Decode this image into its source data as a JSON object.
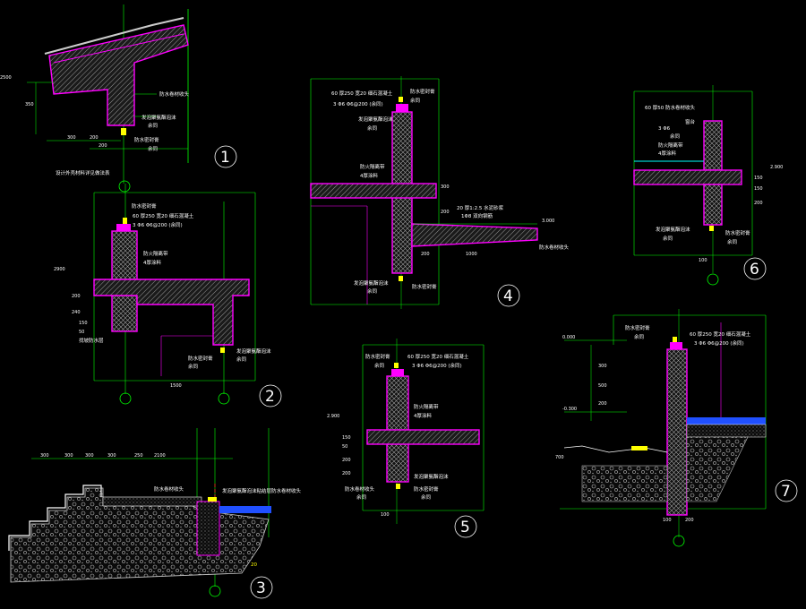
{
  "colors": {
    "background": "#000000",
    "green": "#00ff00",
    "magenta": "#ff00ff",
    "white": "#ffffff",
    "yellow": "#ffff00",
    "cyan": "#00ffff",
    "red": "#ff2020",
    "blue": "#2050ff",
    "hatch_gray": "#8c8c8c"
  },
  "detail_numbers": [
    "1",
    "2",
    "3",
    "4",
    "5",
    "6",
    "7"
  ],
  "detail1": {
    "labels": [
      "防水卷材收头",
      "发泡聚氨酯泡沫",
      "余同",
      "防水密封膏",
      "余同"
    ],
    "caption": "设计外壳材料详见做法表",
    "dims": [
      "300",
      "200",
      "200",
      "350",
      "2500"
    ]
  },
  "detail2": {
    "labels": [
      "防水密封膏",
      "60 厚250 宽20 细石混凝土",
      "3 Φ6 Φ6@200 (余同)",
      "防火隔离带",
      "4厚涂料",
      "防水密封膏",
      "余同",
      "发泡聚氨酯泡沫",
      "余同",
      "找坡防水层"
    ],
    "dims": [
      "2900",
      "200",
      "240",
      "150",
      "50",
      "1500"
    ]
  },
  "detail3": {
    "labels": [
      "防水卷材收头",
      "发泡聚氨酯泡沫粘结层防水卷材收头",
      "20"
    ],
    "dims": [
      "300",
      "300",
      "300",
      "300",
      "250",
      "2100"
    ]
  },
  "detail4": {
    "labels": [
      "60 厚250 宽20 细石混凝土",
      "3 Φ6 Φ6@200 (余同)",
      "防水密封膏",
      "余同",
      "防火隔离带",
      "4厚涂料",
      "发泡聚氨酯泡沫",
      "余同",
      "20 厚1:2.5 水泥砂浆",
      "1Φ8 双向钢筋",
      "防水卷材收头",
      "发泡聚氨酯泡沫",
      "余同",
      "防水密封膏"
    ],
    "dims": [
      "300",
      "200",
      "3.000",
      "200",
      "1000"
    ]
  },
  "detail5": {
    "labels": [
      "防水密封膏",
      "余同",
      "60 厚250 宽20 细石混凝土",
      "3 Φ6 Φ6@200 (余同)",
      "防火隔离带",
      "4厚涂料",
      "防水卷材收头",
      "余同",
      "发泡聚氨酯泡沫",
      "防水密封膏",
      "余同"
    ],
    "dims": [
      "2.900",
      "150",
      "50",
      "200",
      "200",
      "100"
    ]
  },
  "detail6": {
    "labels": [
      "60 厚50 防水卷材收头",
      "3 Φ6",
      "余同",
      "防火隔离带",
      "4厚涂料",
      "窗台",
      "发泡聚氨酯泡沫",
      "余同",
      "防水密封膏",
      "余同"
    ],
    "dims": [
      "2.900",
      "150",
      "150",
      "200",
      "100"
    ]
  },
  "detail7": {
    "labels": [
      "防水密封膏",
      "余同",
      "60 厚250 宽20 细石混凝土",
      "3 Φ6 Φ6@200 (余同)"
    ],
    "dims": [
      "0.000",
      "-0.300",
      "300",
      "500",
      "200",
      "700",
      "100",
      "200"
    ]
  }
}
